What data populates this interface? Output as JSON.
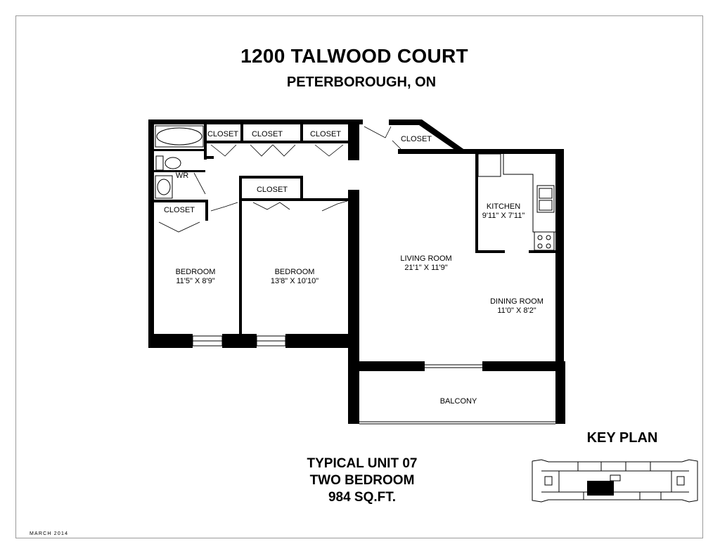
{
  "header": {
    "title": "1200 TALWOOD COURT",
    "subtitle": "PETERBOROUGH, ON"
  },
  "rooms": {
    "closet_1": "CLOSET",
    "closet_2": "CLOSET",
    "closet_3": "CLOSET",
    "closet_entry": "CLOSET",
    "closet_bed2": "CLOSET",
    "closet_bed1": "CLOSET",
    "washroom": "WR",
    "kitchen_name": "KITCHEN",
    "kitchen_dims": "9'11\" X 7'11\"",
    "living_name": "LIVING ROOM",
    "living_dims": "21'1\" X 11'9\"",
    "dining_name": "DINING ROOM",
    "dining_dims": "11'0\" X 8'2\"",
    "bedroom1_name": "BEDROOM",
    "bedroom1_dims": "11'5\" X 8'9\"",
    "bedroom2_name": "BEDROOM",
    "bedroom2_dims": "13'8\" X 10'10\"",
    "balcony": "BALCONY"
  },
  "unit": {
    "line1": "TYPICAL UNIT 07",
    "line2": "TWO BEDROOM",
    "line3": "984 SQ.FT."
  },
  "key_plan": {
    "title": "KEY PLAN"
  },
  "footer": {
    "date": "MARCH 2014"
  }
}
